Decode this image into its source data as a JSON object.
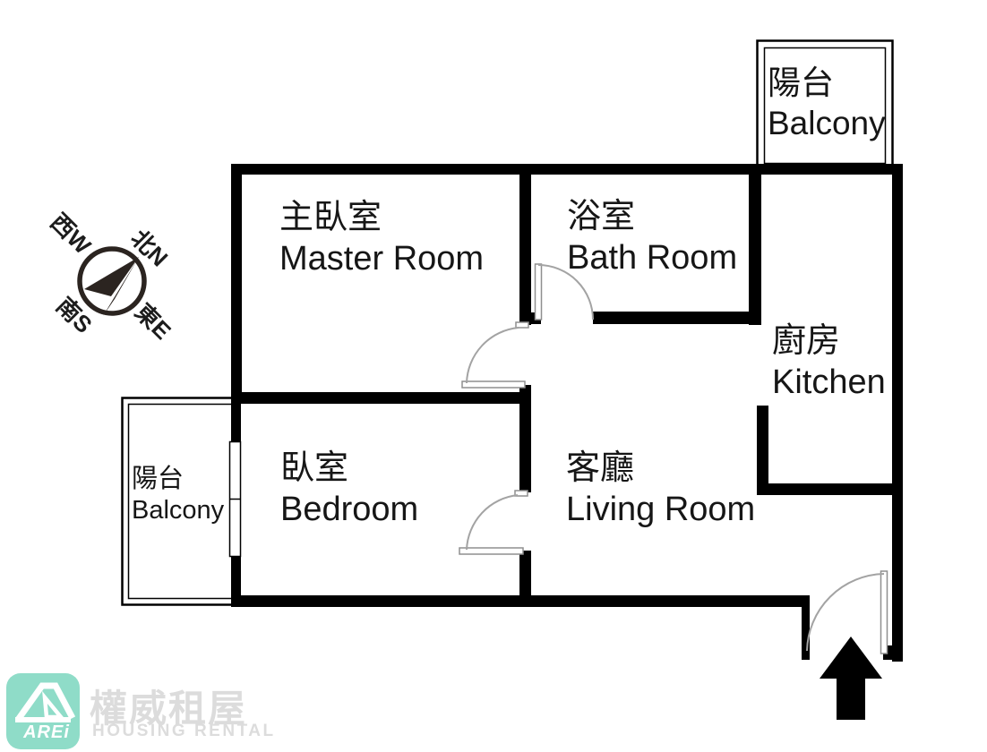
{
  "compass": {
    "nw": "西W",
    "ne": "北N",
    "sw": "南S",
    "se": "東E"
  },
  "rooms": {
    "master": {
      "zh": "主臥室",
      "en": "Master Room"
    },
    "bath": {
      "zh": "浴室",
      "en": "Bath Room"
    },
    "kitchen": {
      "zh": "廚房",
      "en": "Kitchen"
    },
    "bedroom": {
      "zh": "臥室",
      "en": "Bedroom"
    },
    "living": {
      "zh": "客廳",
      "en": "Living Room"
    },
    "balcony_top": {
      "zh": "陽台",
      "en": "Balcony"
    },
    "balcony_left": {
      "zh": "陽台",
      "en": "Balcony"
    }
  },
  "logo": {
    "abbr": "AREi",
    "name_zh": "權威租屋",
    "name_en": "HOUSING RENTAL",
    "brand_color": "#8fdcc8",
    "text_color": "#dcdcdc"
  },
  "colors": {
    "wall": "#000000",
    "door_arc": "#a3a3a3",
    "compass": "#2b2420",
    "background": "#ffffff"
  }
}
